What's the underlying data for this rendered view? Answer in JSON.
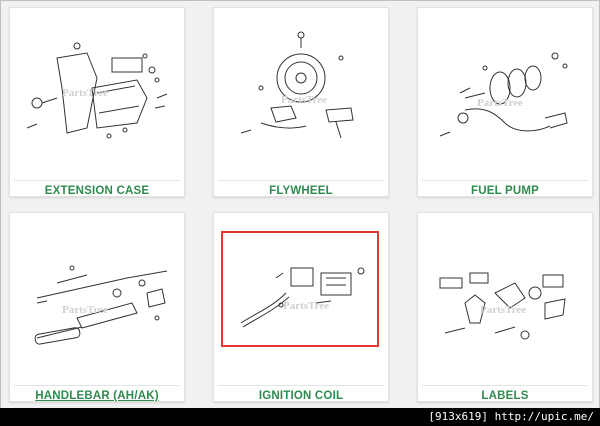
{
  "cards": [
    {
      "label": "EXTENSION CASE"
    },
    {
      "label": "FLYWHEEL"
    },
    {
      "label": "FUEL PUMP"
    },
    {
      "label": "HANDLEBAR (AH/AK)"
    },
    {
      "label": "IGNITION COIL"
    },
    {
      "label": "LABELS"
    }
  ],
  "watermark": "PartsTree",
  "footer": {
    "text": "[913x619] http://upic.me/"
  },
  "colors": {
    "label": "#2e8b4f",
    "highlight": "#e53935"
  }
}
